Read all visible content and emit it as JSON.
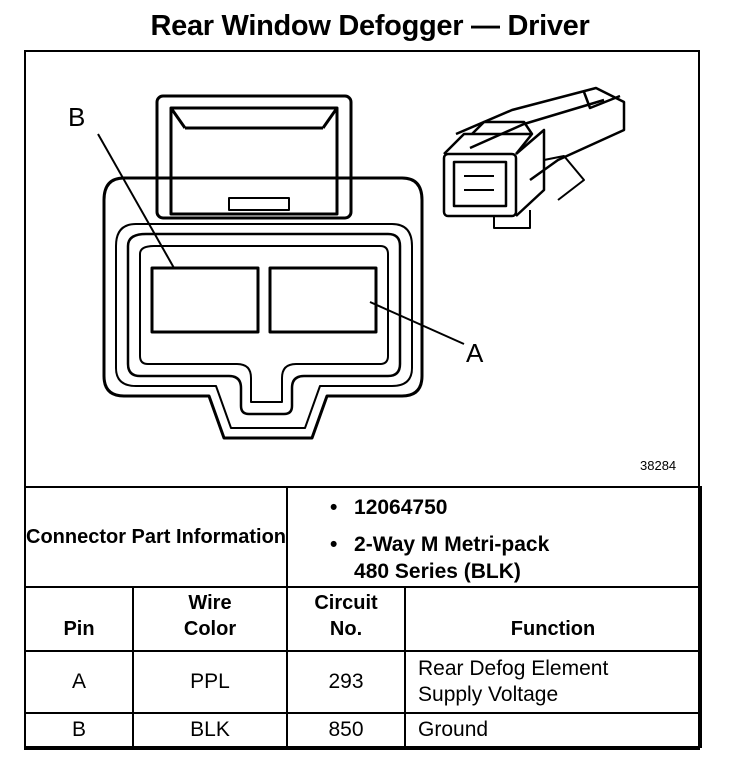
{
  "title": "Rear Window Defogger — Driver",
  "figure": {
    "label_b": "B",
    "label_a": "A",
    "figure_number": "38284"
  },
  "connector_info": {
    "label": "Connector Part Information",
    "part_number": "12064750",
    "description_line1": "2-Way M Metri-pack",
    "description_line2": "480 Series (BLK)",
    "bullet": "•"
  },
  "table": {
    "headers": {
      "pin": "Pin",
      "wire_color_line1": "Wire",
      "wire_color_line2": "Color",
      "circuit_line1": "Circuit",
      "circuit_line2": "No.",
      "function": "Function"
    },
    "rows": [
      {
        "pin": "A",
        "wire_color": "PPL",
        "circuit": "293",
        "function_line1": "Rear Defog Element",
        "function_line2": "Supply Voltage"
      },
      {
        "pin": "B",
        "wire_color": "BLK",
        "circuit": "850",
        "function_line1": "Ground",
        "function_line2": ""
      }
    ]
  }
}
